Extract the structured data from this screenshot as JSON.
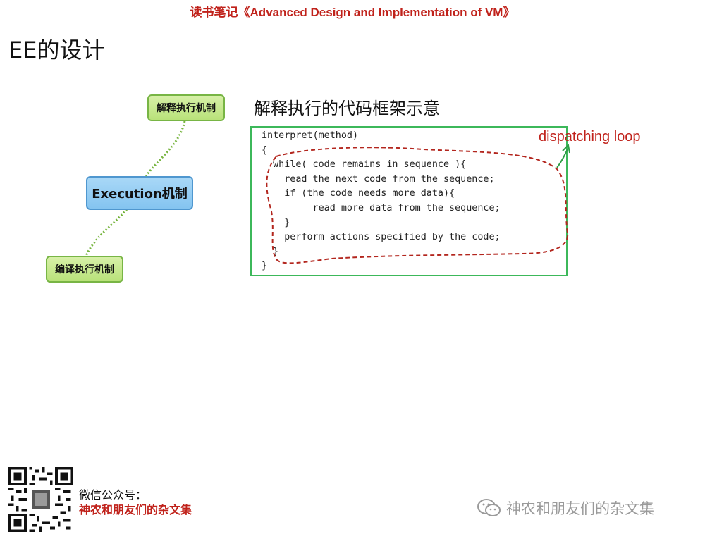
{
  "header": {
    "title": "读书笔记《Advanced Design and Implementation of VM》"
  },
  "page": {
    "title": "EE的设计"
  },
  "mindmap": {
    "center": "Execution机制",
    "branches": [
      "解释执行机制",
      "编译执行机制"
    ]
  },
  "code_section": {
    "title": "解释执行的代码框架示意",
    "lines": [
      "interpret(method)",
      "{",
      "  while( code remains in sequence ){",
      "    read the next code from the sequence;",
      "    if (the code needs more data){",
      "         read more data from the sequence;",
      "    }",
      "    perform actions specified by the code;",
      "  }",
      "}"
    ],
    "annotation": "dispatching loop"
  },
  "footer": {
    "wechat_label": "微信公众号：",
    "account_name": "神农和朋友们的杂文集",
    "watermark": "神农和朋友们的杂文集"
  },
  "colors": {
    "title_red": "#c0221b",
    "code_border": "#3cb85a",
    "loop_dash": "#b3261e",
    "node_green": "#b9e27a",
    "node_blue": "#84c4f0"
  },
  "icons": {
    "watermark": "wechat-icon",
    "qr": "qr-code-icon"
  }
}
